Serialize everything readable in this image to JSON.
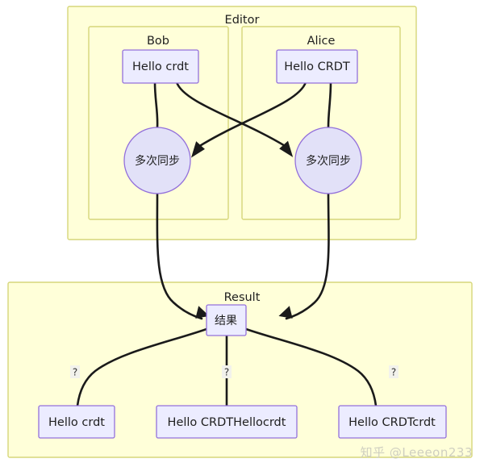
{
  "diagram": {
    "title_visible": false,
    "colors": {
      "cluster_fill": "#ffffd9",
      "cluster_stroke": "#d6d67a",
      "node_fill": "#ececff",
      "node_stroke": "#9370db",
      "circle_fill": "#e2e1f8",
      "edge_stroke": "#1a1a1a",
      "canvas_bg": "#ffffff",
      "watermark_color": "#cfcfc0"
    },
    "clusters": [
      {
        "id": "editor",
        "label": "Editor"
      },
      {
        "id": "bob",
        "label": "Bob"
      },
      {
        "id": "alice",
        "label": "Alice"
      },
      {
        "id": "result",
        "label": "Result"
      }
    ],
    "nodes": [
      {
        "id": "bob-doc",
        "label": "Hello crdt",
        "shape": "rect"
      },
      {
        "id": "alice-doc",
        "label": "Hello CRDT",
        "shape": "rect"
      },
      {
        "id": "bob-sync",
        "label": "多次同步",
        "shape": "circle"
      },
      {
        "id": "alice-sync",
        "label": "多次同步",
        "shape": "circle"
      },
      {
        "id": "result-node",
        "label": "结果",
        "shape": "rect"
      },
      {
        "id": "outcome-1",
        "label": "Hello crdt",
        "shape": "rect"
      },
      {
        "id": "outcome-2",
        "label": "Hello CRDTHellocrdt",
        "shape": "rect"
      },
      {
        "id": "outcome-3",
        "label": "Hello CRDTcrdt",
        "shape": "rect"
      }
    ],
    "edges": [
      {
        "id": "e1",
        "from": "bob-doc",
        "to": "bob-sync",
        "label": "",
        "arrow": false
      },
      {
        "id": "e2",
        "from": "bob-doc",
        "to": "alice-sync",
        "label": "",
        "arrow": true
      },
      {
        "id": "e3",
        "from": "alice-doc",
        "to": "bob-sync",
        "label": "",
        "arrow": true
      },
      {
        "id": "e4",
        "from": "alice-doc",
        "to": "alice-sync",
        "label": "",
        "arrow": false
      },
      {
        "id": "e5",
        "from": "bob-sync",
        "to": "result-node",
        "label": "",
        "arrow": true
      },
      {
        "id": "e6",
        "from": "alice-sync",
        "to": "result-node",
        "label": "",
        "arrow": true
      },
      {
        "id": "e7",
        "from": "result-node",
        "to": "outcome-1",
        "label": "?",
        "arrow": false
      },
      {
        "id": "e8",
        "from": "result-node",
        "to": "outcome-2",
        "label": "?",
        "arrow": false
      },
      {
        "id": "e9",
        "from": "result-node",
        "to": "outcome-3",
        "label": "?",
        "arrow": false
      }
    ],
    "watermark": "知乎 @Leeeon233"
  }
}
